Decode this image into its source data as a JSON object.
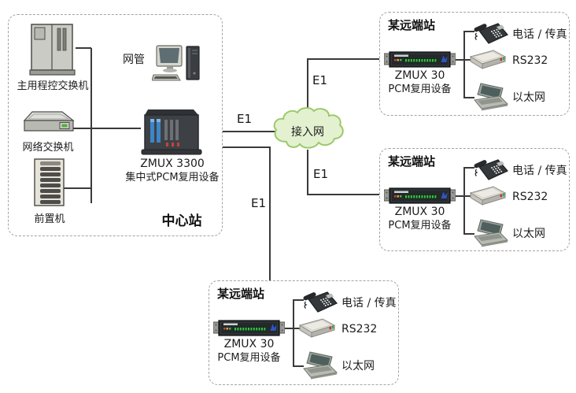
{
  "colors": {
    "cloud_fill": "#e3f1d0",
    "cloud_stroke": "#9cc96b",
    "line": "#3a3a3a",
    "box_border": "#a3a3a3",
    "led_green": "#3fbf4d",
    "logo_blue": "#2e55c3",
    "indicator_red": "#d04038",
    "indicator_green": "#46b44e",
    "chassis_dark": "#3d4145",
    "card_blue": "#3e84c8"
  },
  "center_station": {
    "label": "中心站",
    "nms_label": "网管",
    "pbx_label": "主用程控交换机",
    "lan_switch_label": "网络交换机",
    "front_end_label": "前置机",
    "zmux_name": "ZMUX 3300",
    "zmux_desc": "集中式PCM复用设备"
  },
  "cloud": {
    "label": "接入网"
  },
  "e1_labels": [
    "E1",
    "E1",
    "E1",
    "E1"
  ],
  "remote_stations": [
    {
      "title": "某远端站",
      "zmux_name": "ZMUX 30",
      "zmux_desc": "PCM复用设备",
      "endpoints": {
        "phone": "电话 / 传真",
        "serial": "RS232",
        "ethernet": "以太网"
      }
    },
    {
      "title": "某远端站",
      "zmux_name": "ZMUX 30",
      "zmux_desc": "PCM复用设备",
      "endpoints": {
        "phone": "电话 / 传真",
        "serial": "RS232",
        "ethernet": "以太网"
      }
    },
    {
      "title": "某远端站",
      "zmux_name": "ZMUX 30",
      "zmux_desc": "PCM复用设备",
      "endpoints": {
        "phone": "电话 / 传真",
        "serial": "RS232",
        "ethernet": "以太网"
      }
    }
  ]
}
